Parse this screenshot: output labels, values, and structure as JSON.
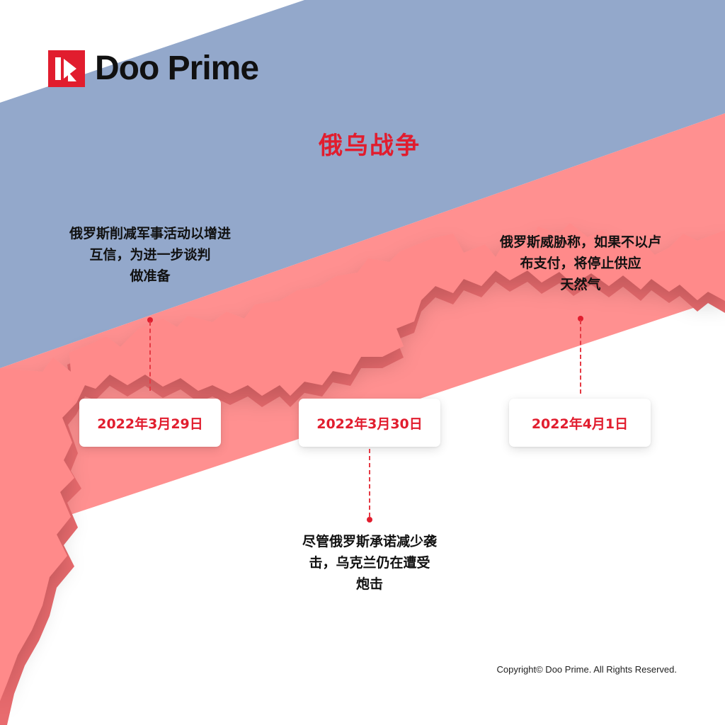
{
  "brand": {
    "name": "Doo Prime",
    "logo_icon": "doo-prime-logo-icon",
    "accent_color": "#e11d2e"
  },
  "title": "俄乌战争",
  "colors": {
    "blue_band": "#93a8cb",
    "pink_band": "#ff8b8b",
    "map_fill": "#ff8a8a"
  },
  "timeline": [
    {
      "date": "2022年3月29日",
      "lines": [
        "俄罗斯削减军事活动以增进",
        "互信，为进一步谈判",
        "做准备"
      ]
    },
    {
      "date": "2022年3月30日",
      "lines": [
        "尽管俄罗斯承诺减少袭",
        "击，乌克兰仍在遭受",
        "炮击"
      ]
    },
    {
      "date": "2022年4月1日",
      "lines": [
        "俄罗斯威胁称，如果不以卢",
        "布支付，将停止供应",
        "天然气"
      ]
    }
  ],
  "footer": {
    "copyright": "Copyright© Doo Prime. All Rights Reserved."
  }
}
